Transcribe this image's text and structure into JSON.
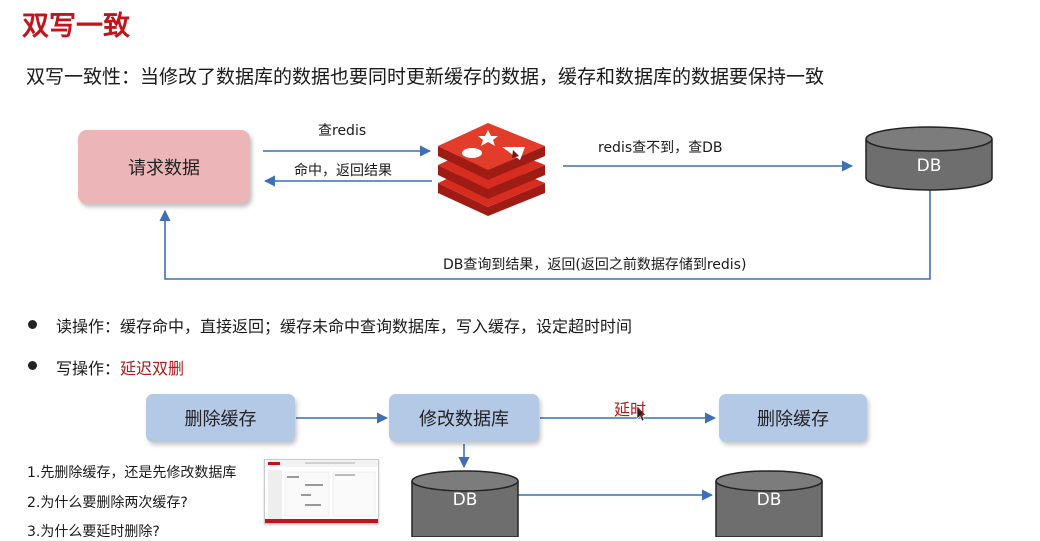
{
  "title": "双写一致",
  "subtitle": "双写一致性：当修改了数据库的数据也要同时更新缓存的数据，缓存和数据库的数据要保持一致",
  "top_diagram": {
    "request_box": "请求数据",
    "arrow_query_redis": "查redis",
    "arrow_hit_return": "命中，返回结果",
    "arrow_redis_miss": "redis查不到，查DB",
    "db_label": "DB",
    "arrow_db_return": "DB查询到结果，返回(返回之前数据存储到redis)"
  },
  "bullets": {
    "read_op": "读操作：缓存命中，直接返回；缓存未命中查询数据库，写入缓存，设定超时时间",
    "write_op_prefix": "写操作：",
    "write_op_highlight": "延迟双删"
  },
  "bottom_diagram": {
    "box_delete_cache_1": "删除缓存",
    "box_modify_db": "修改数据库",
    "box_delete_cache_2": "删除缓存",
    "delay_label": "延时",
    "db_left": "DB",
    "db_right": "DB"
  },
  "questions": [
    "1.先删除缓存，还是先修改数据库",
    "2.为什么要删除两次缓存?",
    "3.为什么要延时删除?"
  ],
  "colors": {
    "title_red": "#c0151d",
    "pink_box": "#ecb5b8",
    "blue_box": "#b4c9e6",
    "arrow_blue": "#3f6fb5",
    "db_gray": "#6e6e6e",
    "redis_red": "#d82c20"
  }
}
